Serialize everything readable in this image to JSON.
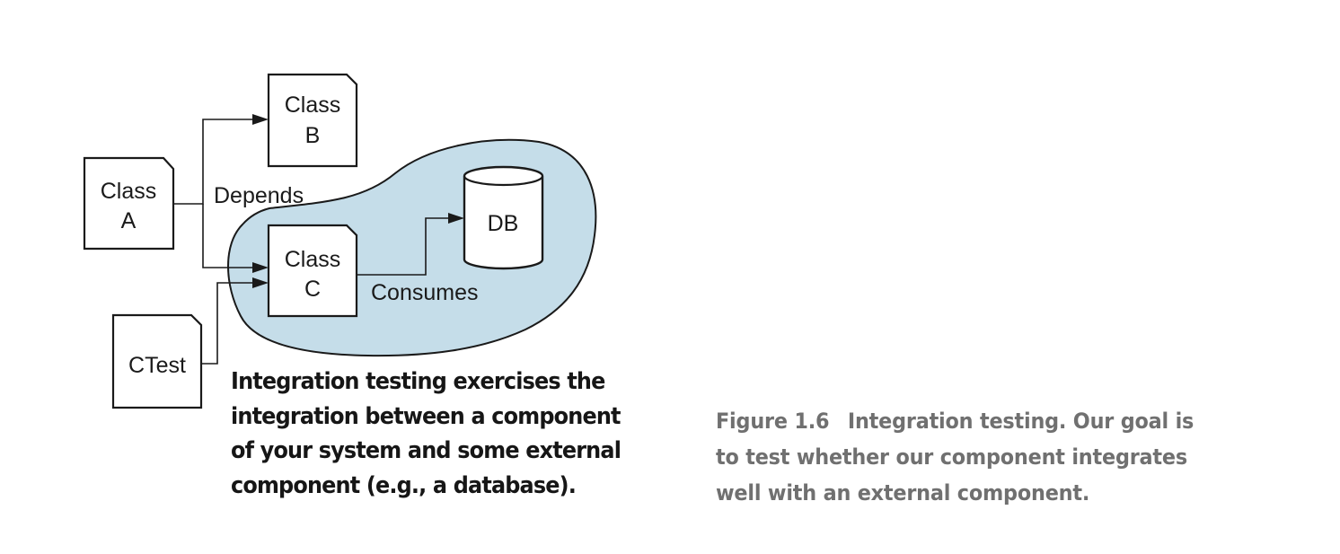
{
  "diagram": {
    "nodes": {
      "class_a": {
        "line1": "Class",
        "line2": "A"
      },
      "class_b": {
        "line1": "Class",
        "line2": "B"
      },
      "class_c": {
        "line1": "Class",
        "line2": "C"
      },
      "ctest": {
        "label": "CTest"
      },
      "db": {
        "label": "DB"
      }
    },
    "edges": {
      "depends": "Depends",
      "consumes": "Consumes"
    }
  },
  "callout": {
    "text": "Integration testing exercises the\nintegration between a component\nof your system and some external\ncomponent (e.g., a database)."
  },
  "caption": {
    "figure_number": "Figure 1.6",
    "text": "Integration testing. Our goal is\nto test whether our component integrates\nwell with an external component."
  }
}
